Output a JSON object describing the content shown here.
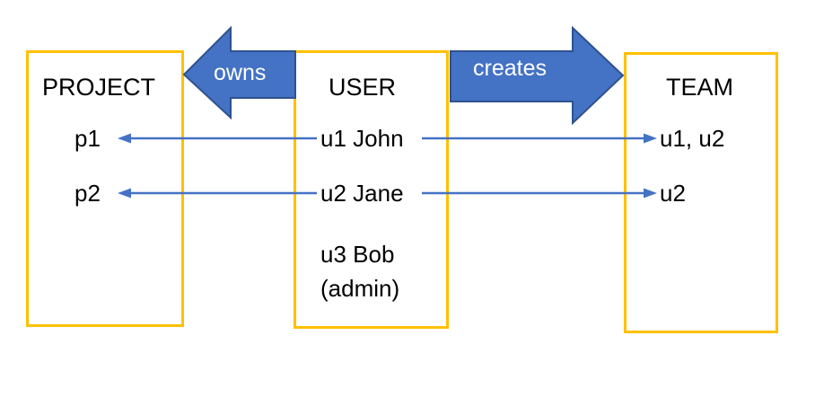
{
  "diagram": {
    "title": "USER owns PROJECT and creates TEAM relationship diagram",
    "colors": {
      "box_border": "#FFC000",
      "arrow_fill": "#4472C4",
      "arrow_stroke": "#2F528F",
      "connector": "#4472C4",
      "text": "#000000",
      "arrow_label_text": "#FFFFFF",
      "background": "#FFFFFF"
    },
    "entities": [
      {
        "id": "project",
        "title": "PROJECT",
        "items": [
          "p1",
          "p2"
        ]
      },
      {
        "id": "user",
        "title": "USER",
        "items": [
          "u1 John",
          "u2 Jane",
          "u3 Bob",
          "(admin)"
        ]
      },
      {
        "id": "team",
        "title": "TEAM",
        "items": [
          "u1, u2",
          "u2"
        ]
      }
    ],
    "relationships": [
      {
        "id": "owns",
        "label": "owns",
        "from": "user",
        "to": "project",
        "direction": "left"
      },
      {
        "id": "creates",
        "label": "creates",
        "from": "user",
        "to": "team",
        "direction": "right"
      }
    ],
    "connections": [
      {
        "id": "p1-u1",
        "from": "u1 John",
        "to": "p1",
        "direction": "left"
      },
      {
        "id": "p2-u2",
        "from": "u2 Jane",
        "to": "p2",
        "direction": "left"
      },
      {
        "id": "u1-t1",
        "from": "u1 John",
        "to": "u1, u2",
        "direction": "right"
      },
      {
        "id": "u2-t2",
        "from": "u2 Jane",
        "to": "u2",
        "direction": "right"
      }
    ]
  }
}
